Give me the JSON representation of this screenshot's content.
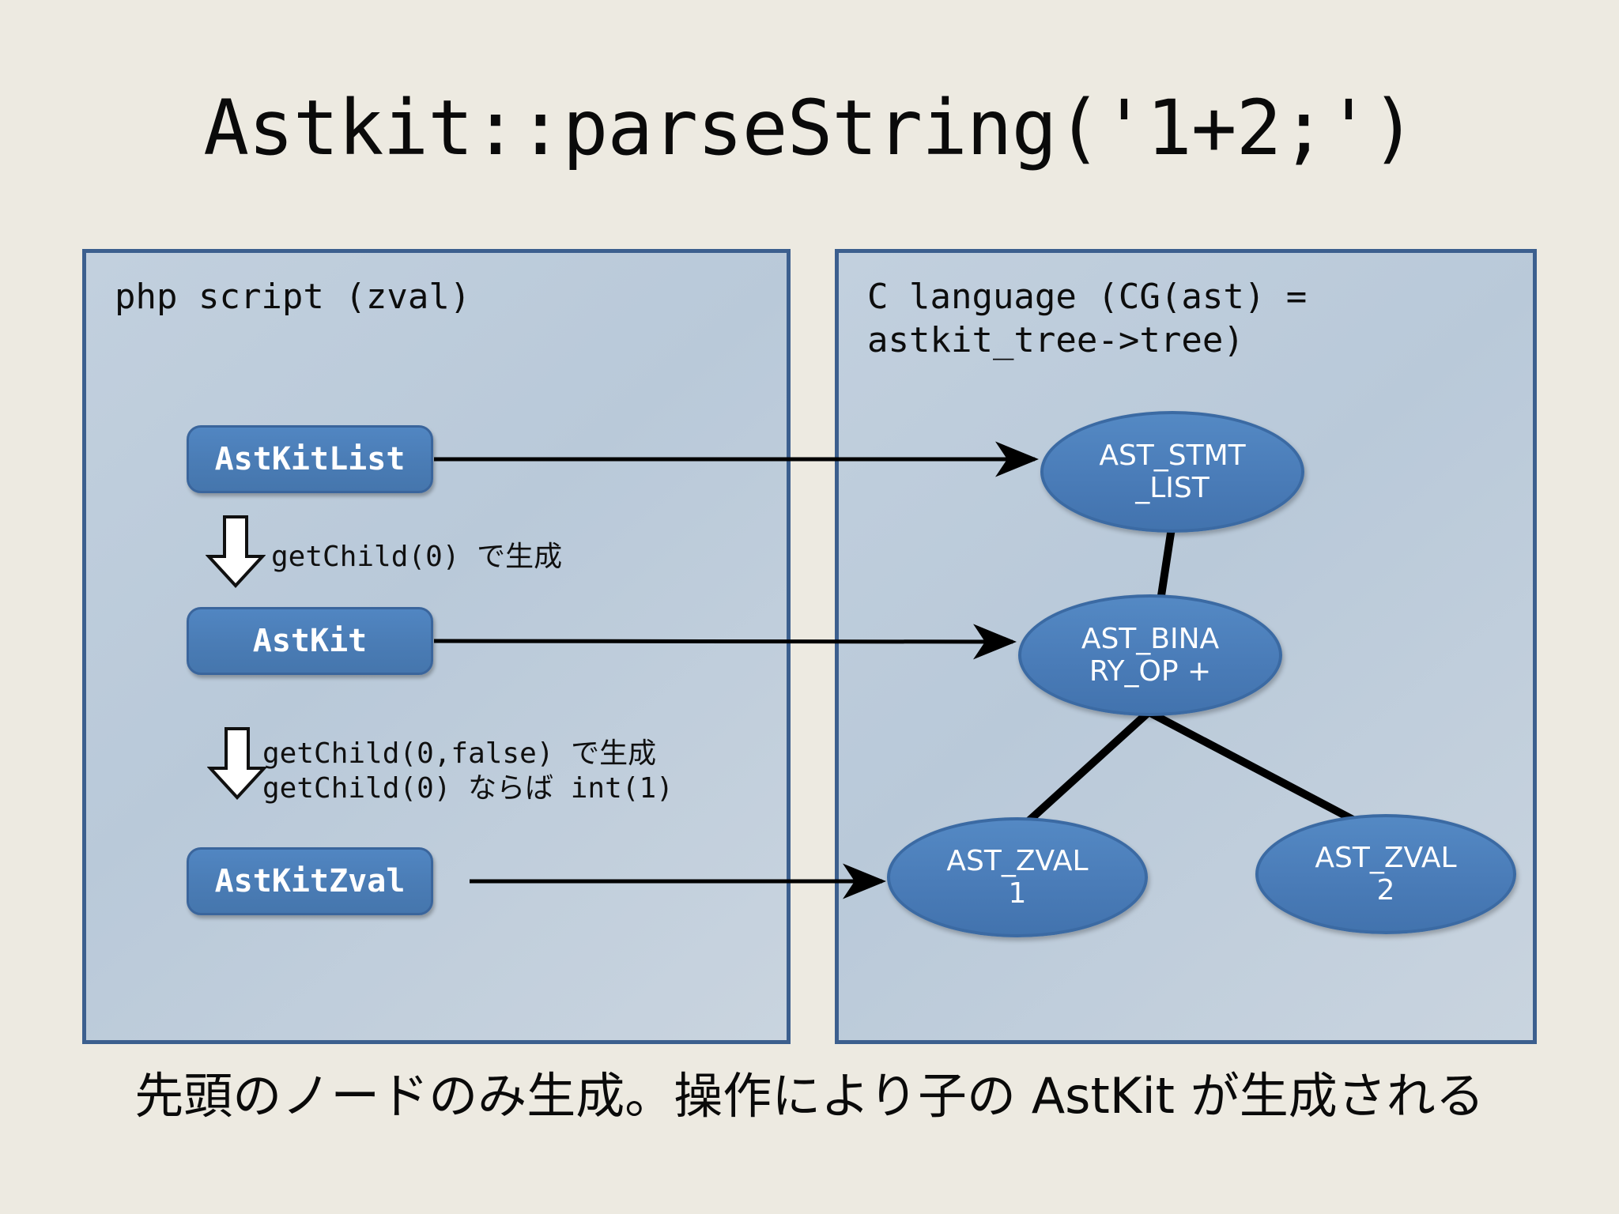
{
  "slide": {
    "title": "Astkit::parseString('1+2;')",
    "caption": "先頭のノードのみ生成。操作により子の AstKit が生成される",
    "background_color": "#edeae1"
  },
  "panels": {
    "left": {
      "header": "php script (zval)",
      "fill_color": "#bfcddb",
      "border_color": "#3c5f8e"
    },
    "right": {
      "header": "C language (CG(ast) =\nastkit_tree->tree)",
      "fill_color": "#bfcddb",
      "border_color": "#3c5f8e"
    }
  },
  "php_boxes": [
    {
      "label": "AstKitList",
      "fill_color": "#4a7cb5"
    },
    {
      "label": "AstKit",
      "fill_color": "#4a7cb5"
    },
    {
      "label": "AstKitZval",
      "fill_color": "#4a7cb5"
    }
  ],
  "annotations": [
    {
      "text": "getChild(0) で生成"
    },
    {
      "text": "getChild(0,false) で生成\ngetChild(0) ならば int(1)"
    }
  ],
  "ast_nodes": [
    {
      "label": "AST_STMT\n_LIST",
      "fill_color": "#4a7cb8"
    },
    {
      "label": "AST_BINA\nRY_OP +",
      "fill_color": "#4a7cb8"
    },
    {
      "label": "AST_ZVAL\n1",
      "fill_color": "#4a7cb8"
    },
    {
      "label": "AST_ZVAL\n2",
      "fill_color": "#4a7cb8"
    }
  ],
  "connectors": {
    "line_color": "#000000",
    "mappings": [
      {
        "from": "AstKitList",
        "to": "AST_STMT_LIST"
      },
      {
        "from": "AstKit",
        "to": "AST_BINARY_OP"
      },
      {
        "from": "AstKitZval",
        "to": "AST_ZVAL 1"
      }
    ],
    "tree_edges": [
      {
        "from": "AST_STMT_LIST",
        "to": "AST_BINARY_OP"
      },
      {
        "from": "AST_BINARY_OP",
        "to": "AST_ZVAL 1"
      },
      {
        "from": "AST_BINARY_OP",
        "to": "AST_ZVAL 2"
      }
    ]
  }
}
